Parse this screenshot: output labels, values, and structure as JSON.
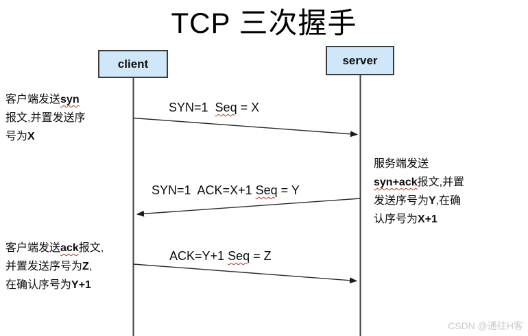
{
  "title": "TCP 三次握手",
  "actors": {
    "client": "client",
    "server": "server"
  },
  "messages": [
    {
      "name": "syn",
      "direction": "client-to-server",
      "label_segments": [
        {
          "t": "SYN=1  "
        },
        {
          "t": "Seq",
          "w": true
        },
        {
          "t": " = X"
        }
      ]
    },
    {
      "name": "syn-ack",
      "direction": "server-to-client",
      "label_segments": [
        {
          "t": "SYN=1  ACK=X+1 "
        },
        {
          "t": "Seq",
          "w": true
        },
        {
          "t": " = Y"
        }
      ]
    },
    {
      "name": "ack",
      "direction": "client-to-server",
      "label_segments": [
        {
          "t": "ACK=Y+1 "
        },
        {
          "t": "Seq",
          "w": true
        },
        {
          "t": " = Z"
        }
      ]
    }
  ],
  "annotations": [
    {
      "side": "client",
      "segments": [
        {
          "t": "客户端发送"
        },
        {
          "t": "syn",
          "b": true,
          "w": true
        },
        {
          "t": "\n报文,并置发送序\n号为"
        },
        {
          "t": "X",
          "b": true
        }
      ]
    },
    {
      "side": "server",
      "segments": [
        {
          "t": "服务端发送\n"
        },
        {
          "t": "syn+ack",
          "b": true,
          "w": true
        },
        {
          "t": "报文,并置\n发送序号为"
        },
        {
          "t": "Y",
          "b": true
        },
        {
          "t": ",在确\n认序号为"
        },
        {
          "t": "X+1",
          "b": true
        }
      ]
    },
    {
      "side": "client",
      "segments": [
        {
          "t": "客户端发送"
        },
        {
          "t": "ack",
          "b": true,
          "w": true
        },
        {
          "t": "报文,\n并置发送序号为"
        },
        {
          "t": "Z",
          "b": true
        },
        {
          "t": ",\n在确认序号为"
        },
        {
          "t": "Y+1",
          "b": true
        }
      ]
    }
  ],
  "watermark": "CSDN @通往H客",
  "colors": {
    "actor_box_fill": "#cfe7f8",
    "actor_box_border": "#3b3b3b",
    "lifeline": "#3d3d3d",
    "arrow": "#2b2b2b",
    "wavy_underline": "#a43d2a",
    "watermark_text": "#c9c9c9"
  }
}
